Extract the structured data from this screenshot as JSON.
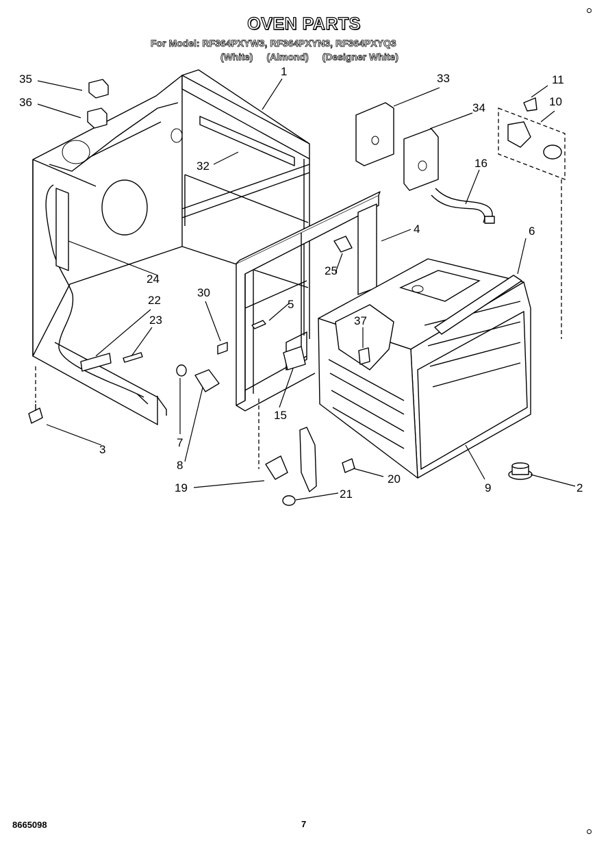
{
  "title": "OVEN PARTS",
  "models_line": "For Model: RF364PXYW3, RF364PXYN3, RF364PXYQ3",
  "color_variants": [
    "(White)",
    "(Almond)",
    "(Designer White)"
  ],
  "callouts": {
    "p1": "1",
    "p2": "2",
    "p3": "3",
    "p4": "4",
    "p5": "5",
    "p6": "6",
    "p7": "7",
    "p8": "8",
    "p9": "9",
    "p10": "10",
    "p11": "11",
    "p15": "15",
    "p16": "16",
    "p19": "19",
    "p20": "20",
    "p21": "21",
    "p22": "22",
    "p23": "23",
    "p24": "24",
    "p25": "25",
    "p30": "30",
    "p32": "32",
    "p33": "33",
    "p34": "34",
    "p35": "35",
    "p36": "36",
    "p37": "37"
  },
  "footer": {
    "doc_number": "8665098",
    "page_number": "7"
  }
}
